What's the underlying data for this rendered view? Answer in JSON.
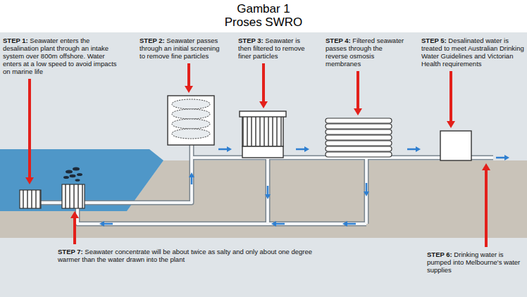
{
  "diagram": {
    "title": "Gambar 1 Proses SWRO",
    "labels": [
      "STEP 1:",
      "Seawater enters the desalination plant through an intake system over 800m offshore. Water enters at a low speed to avoid impacts on marine life",
      "STEP 2:",
      "Seawater passes through an initial screening to remove fine particles",
      "STEP 3:",
      "Seawater is then filtered to remove finer particles",
      "STEP 4:",
      "Filtered seawater passes through the reverse osmosis membranes",
      "STEP 5:",
      "Desalinated water is treated to meet Australian Drinking Water Guidelines and Victorian Health requirements",
      "STEP 7:",
      "Seawater concentrate will be about twice as salty and only about one degree warmer than the water drawn into the plant",
      "STEP 6:",
      "Drinking water is pumped into Melbourne's water supplies"
    ]
  }
}
